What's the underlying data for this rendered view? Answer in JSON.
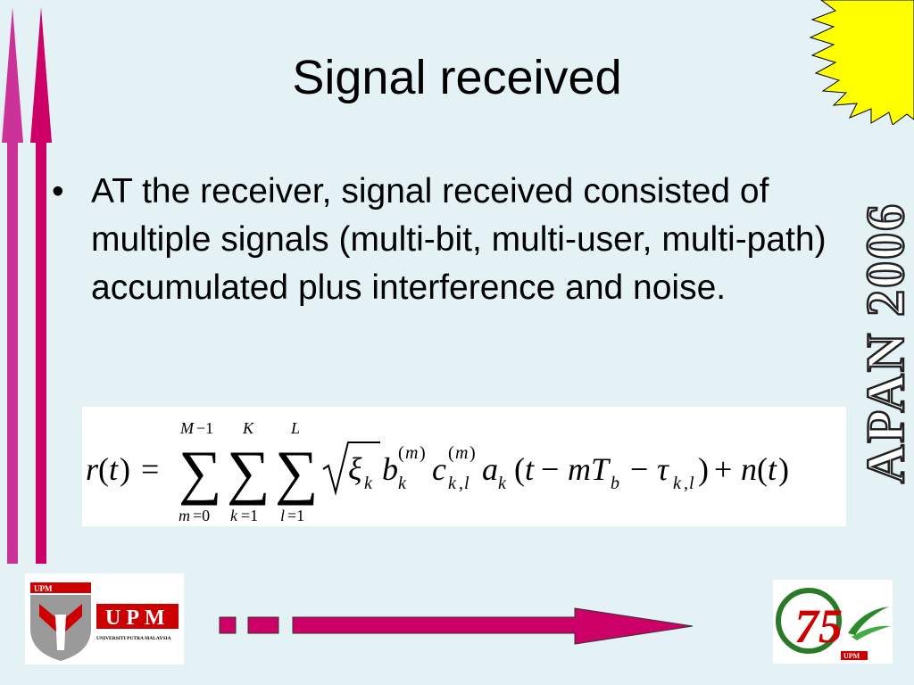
{
  "slide": {
    "title": "Signal received",
    "bullet_symbol": "•",
    "bullet_text": "AT the receiver, signal received consisted of multiple signals (multi-bit, multi-user, multi-path) accumulated plus interference and noise."
  },
  "branding": {
    "side_label": "APAN 2006",
    "logo_left_small": "UPM",
    "logo_left_name": "UPM",
    "logo_left_sub": "UNIVERSITI PUTRA MALAYSIA",
    "logo_right_number": "75",
    "logo_right_small": "UPM"
  },
  "colors": {
    "background": "#e4f2f5",
    "arrow_pink": "#cc0066",
    "arrow_magenta": "#cc3399",
    "sun_yellow": "#ffff00",
    "upm_red": "#cc0000"
  }
}
